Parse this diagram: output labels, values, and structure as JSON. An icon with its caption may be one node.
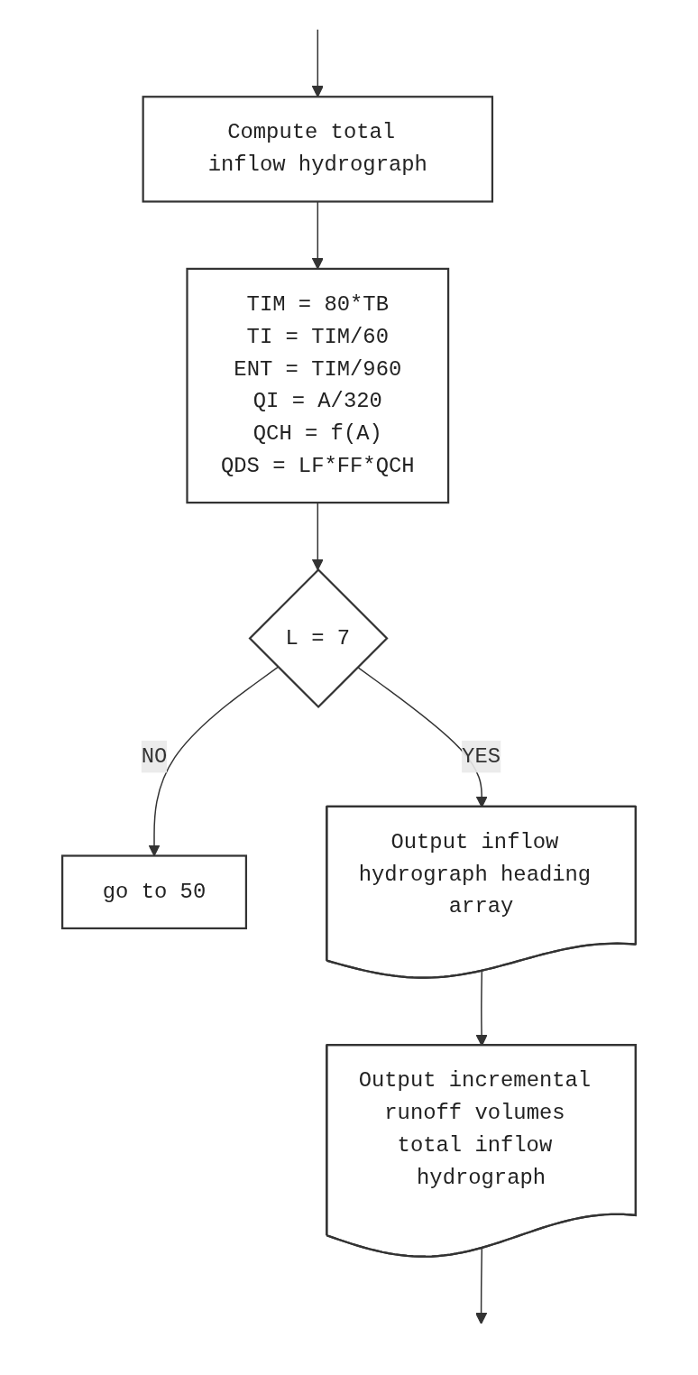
{
  "diagram": {
    "nodes": [
      {
        "text": [
          "Compute total inflow hydrograph"
        ]
      },
      {
        "text": [
          "TIM = 80*TB",
          "TI = TIM/60",
          "ENT = TIM/960",
          "QI = A/320",
          "QCH = f(A)",
          "QDS = LF*FF*QCH"
        ]
      },
      {
        "text": [
          "L = 7"
        ]
      },
      {
        "text": [
          "go to 50"
        ]
      },
      {
        "text": [
          "Output inflow hydrograph heading array"
        ]
      },
      {
        "text": [
          "Output incremental runoff volumes total inflow hydrograph"
        ]
      }
    ],
    "edges": [
      {
        "from": null,
        "to": 0,
        "arrow": "to"
      },
      {
        "from": 0,
        "to": 1,
        "arrow": "to"
      },
      {
        "from": 1,
        "to": 2,
        "arrow": "to"
      },
      {
        "from": 2,
        "to": 3,
        "arrow": "to",
        "label": "NO"
      },
      {
        "from": 2,
        "to": 4,
        "arrow": "to",
        "label": "YES"
      },
      {
        "from": 4,
        "to": 5,
        "arrow": "to"
      },
      {
        "from": 5,
        "to": null,
        "arrow": "to"
      }
    ]
  }
}
